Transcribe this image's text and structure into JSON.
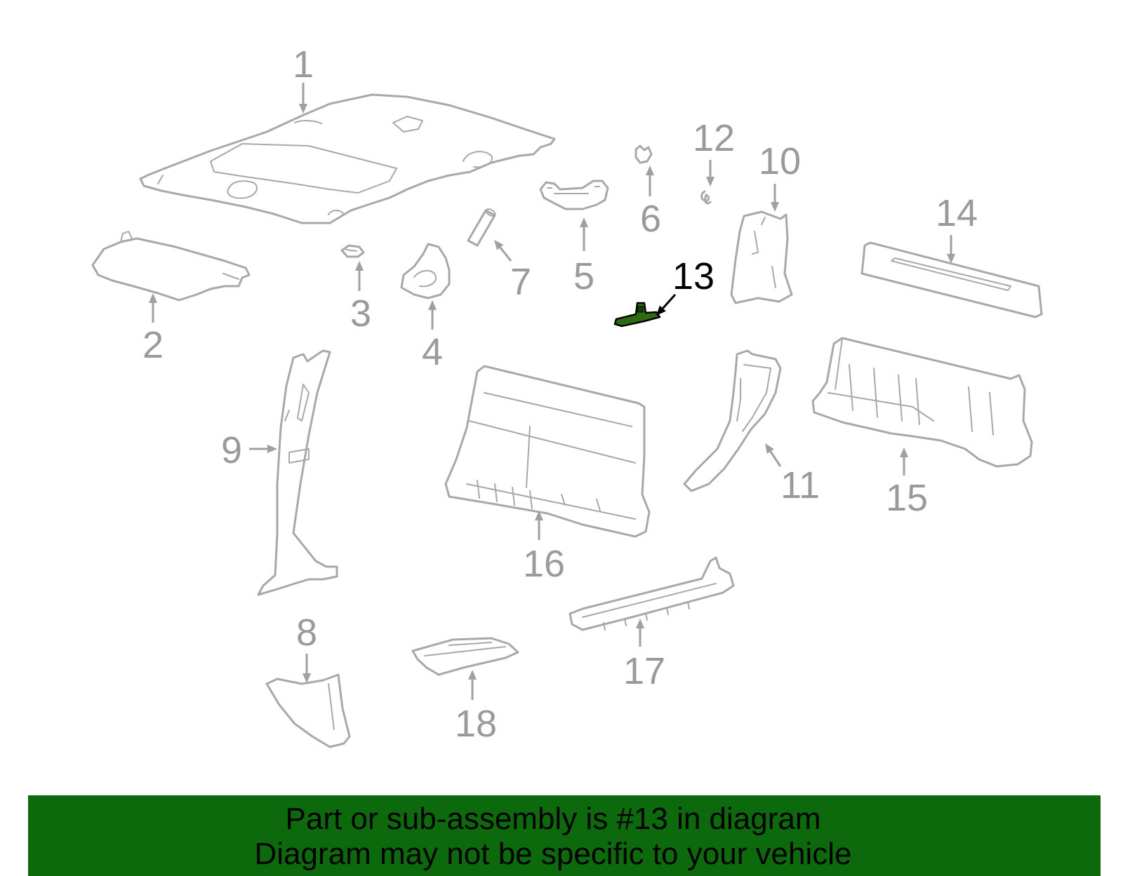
{
  "callouts": [
    {
      "id": "1",
      "text": "1"
    },
    {
      "id": "2",
      "text": "2"
    },
    {
      "id": "3",
      "text": "3"
    },
    {
      "id": "4",
      "text": "4"
    },
    {
      "id": "5",
      "text": "5"
    },
    {
      "id": "6",
      "text": "6"
    },
    {
      "id": "7",
      "text": "7"
    },
    {
      "id": "8",
      "text": "8"
    },
    {
      "id": "9",
      "text": "9"
    },
    {
      "id": "10",
      "text": "10"
    },
    {
      "id": "11",
      "text": "11"
    },
    {
      "id": "12",
      "text": "12"
    },
    {
      "id": "13",
      "text": "13"
    },
    {
      "id": "14",
      "text": "14"
    },
    {
      "id": "15",
      "text": "15"
    },
    {
      "id": "16",
      "text": "16"
    },
    {
      "id": "17",
      "text": "17"
    },
    {
      "id": "18",
      "text": "18"
    }
  ],
  "highlighted_callout": "13",
  "colors": {
    "part_outline": "#a8a8a8",
    "label_gray": "#9a9a9a",
    "highlight_label": "#000000",
    "highlight_part": "#2e6b10",
    "banner_background": "#0c6a0c",
    "banner_text": "#000000"
  },
  "banner": {
    "line1": "Part or sub-assembly is #13 in diagram",
    "line2": "Diagram may not be specific to your vehicle"
  }
}
